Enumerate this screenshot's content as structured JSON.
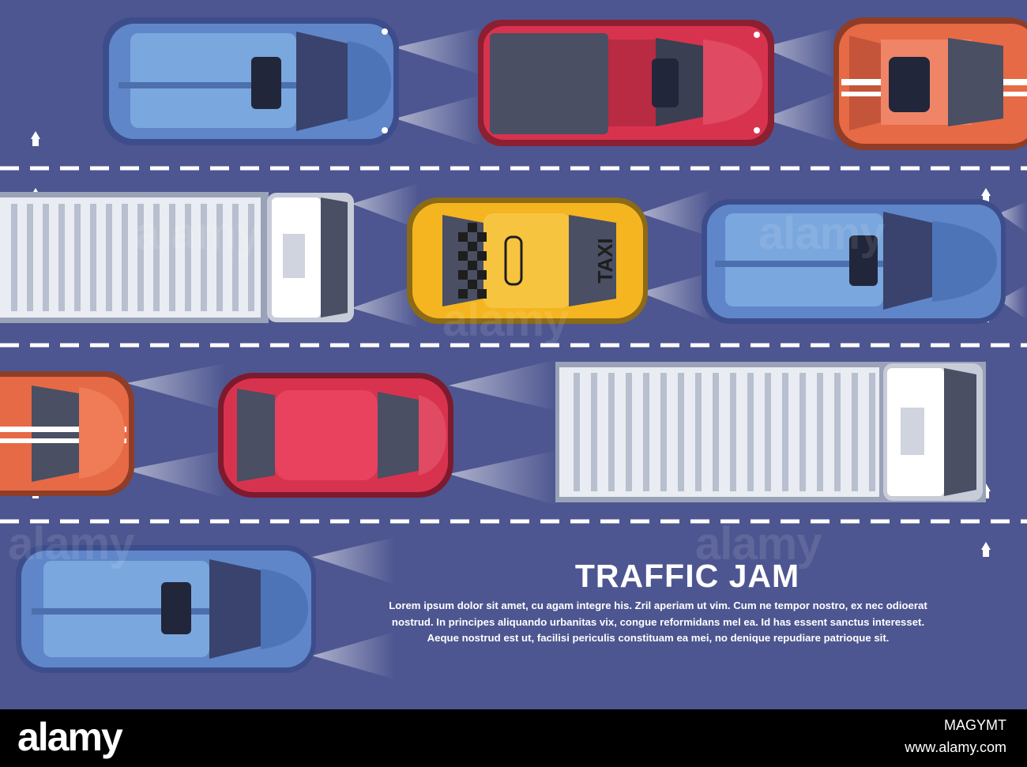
{
  "illustration": {
    "scene": "top-view highway traffic jam",
    "colors": {
      "road": "#4d5690",
      "lane_mark": "#ffffff",
      "headlight": "#ffffff",
      "car_blue": "#5f86c9",
      "car_red": "#d8334e",
      "car_orange": "#e66a45",
      "taxi_yellow": "#f4b521",
      "truck_white": "#e9ecf2"
    },
    "vehicles": [
      {
        "type": "car",
        "color": "blue"
      },
      {
        "type": "pickup",
        "color": "red"
      },
      {
        "type": "car",
        "color": "orange"
      },
      {
        "type": "truck",
        "color": "white"
      },
      {
        "type": "taxi",
        "color": "yellow"
      },
      {
        "type": "car",
        "color": "blue"
      },
      {
        "type": "car",
        "color": "orange"
      },
      {
        "type": "car",
        "color": "red"
      },
      {
        "type": "truck",
        "color": "white"
      },
      {
        "type": "car",
        "color": "blue"
      }
    ],
    "taxi_sign": "TAXI"
  },
  "headline": {
    "title": "TRAFFIC JAM",
    "body": "Lorem ipsum dolor sit amet, cu agam integre his. Zril aperiam ut vim. Cum ne tempor nostro, ex nec odioerat nostrud. In principes aliquando urbanitas vix, congue reformidans mel ea. Id has essent sanctus interesset. Aeque nostrud est ut, facilisi periculis constituam ea mei, no denique repudiare patrioque sit."
  },
  "watermark": {
    "text": "alamy"
  },
  "footer": {
    "logo": "alamy",
    "image_id": "MAGYMT",
    "url": "www.alamy.com"
  }
}
